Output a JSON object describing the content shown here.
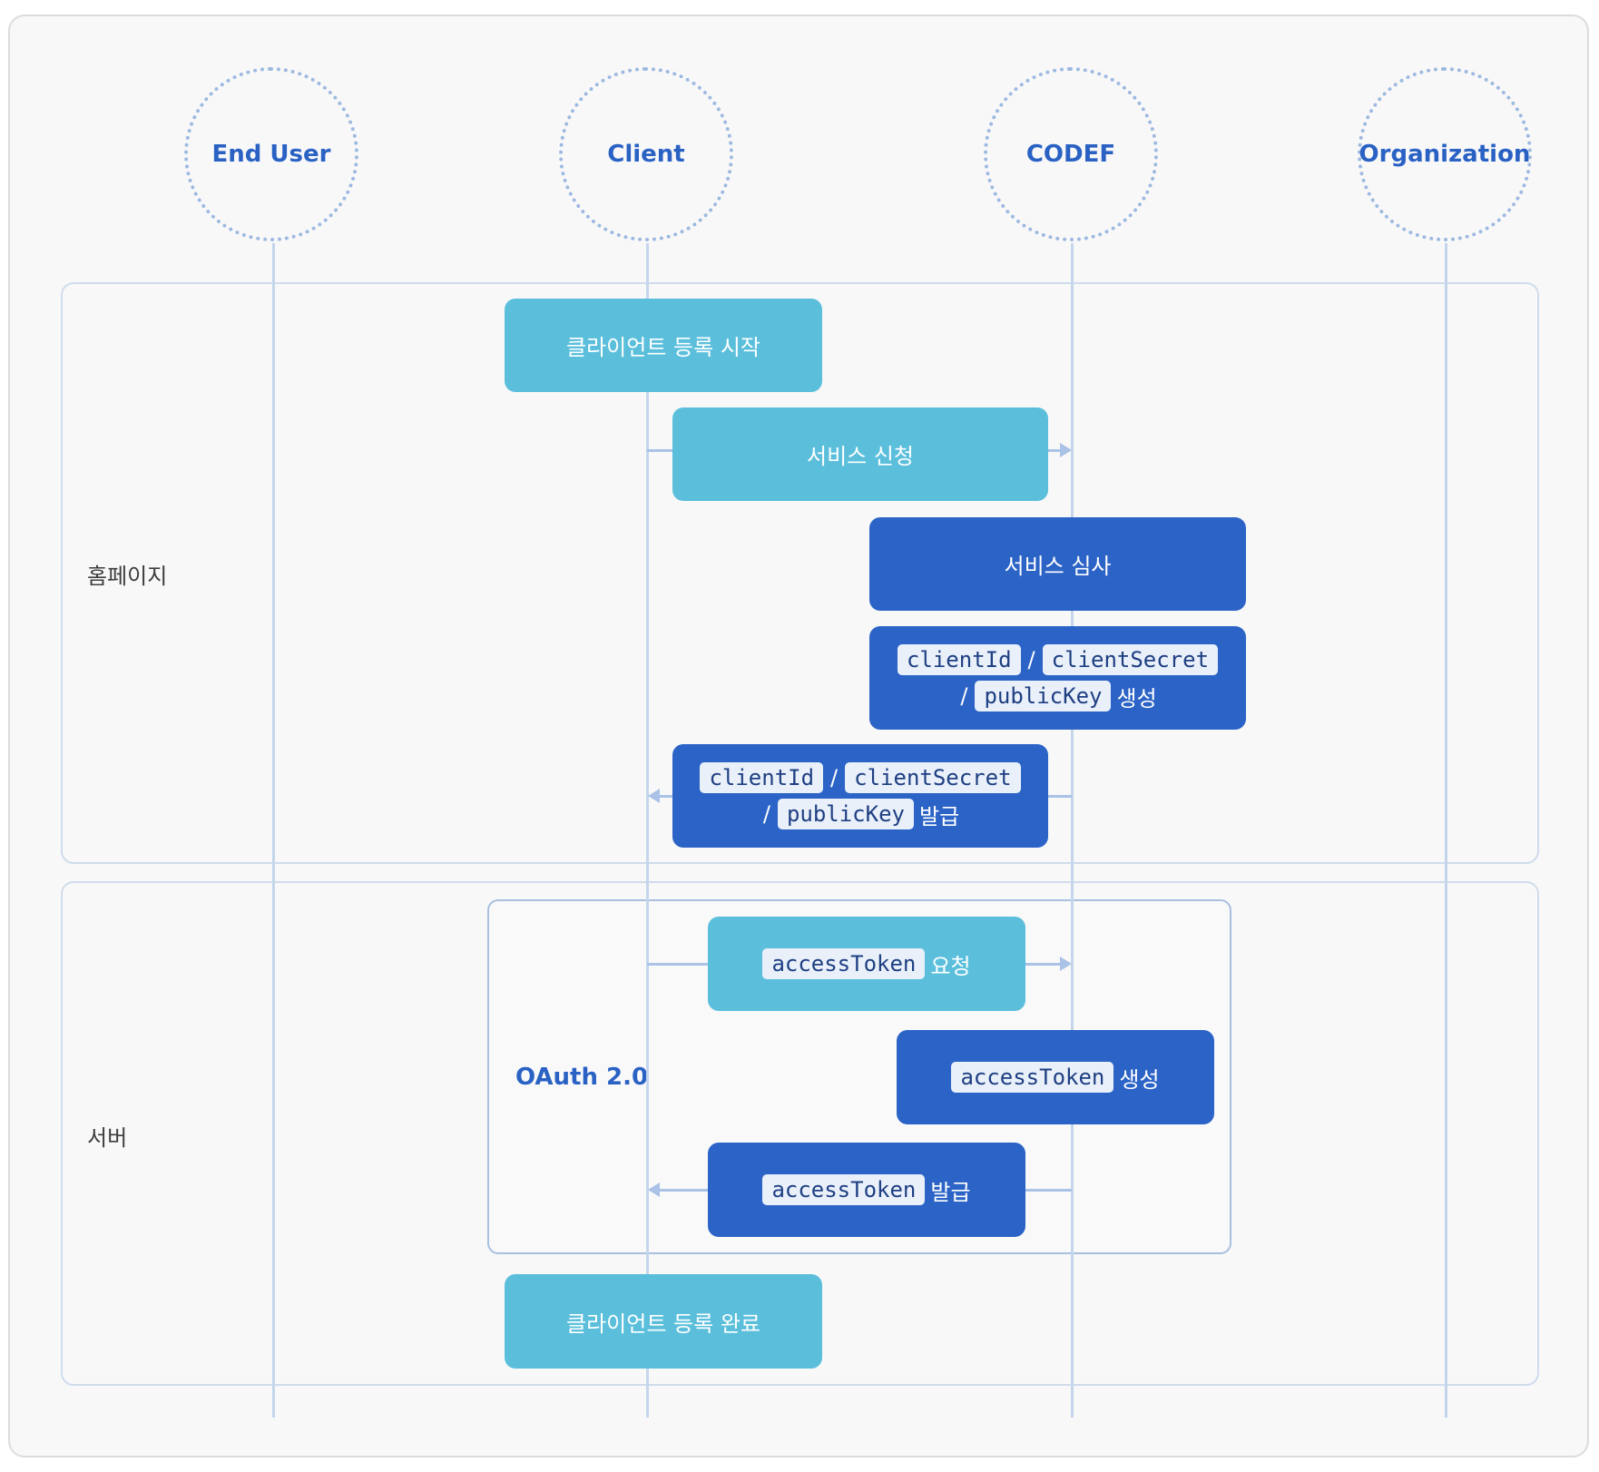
{
  "actors": {
    "end_user": "End User",
    "client": "Client",
    "codef": "CODEF",
    "organization": "Organization"
  },
  "sections": {
    "homepage": "홈페이지",
    "server": "서버"
  },
  "oauth_label": "OAuth 2.0",
  "steps": {
    "client_reg_start": "클라이언트 등록 시작",
    "service_apply": "서비스 신청",
    "service_review": "서비스 심사",
    "creds_generate": {
      "client_id": "clientId",
      "separator": "/",
      "client_secret": "clientSecret",
      "public_key": "publicKey",
      "suffix": "생성"
    },
    "creds_issue": {
      "client_id": "clientId",
      "separator": "/",
      "client_secret": "clientSecret",
      "public_key": "publicKey",
      "suffix": "발급"
    },
    "token_request": {
      "token": "accessToken",
      "suffix": "요청"
    },
    "token_generate": {
      "token": "accessToken",
      "suffix": "생성"
    },
    "token_issue": {
      "token": "accessToken",
      "suffix": "발급"
    },
    "client_reg_done": "클라이언트 등록 완료"
  },
  "colors": {
    "light_box": "#5bbfdc",
    "dark_box": "#2b63c6",
    "accent_text": "#2a62c4",
    "lifeline": "#c4d6ec"
  }
}
